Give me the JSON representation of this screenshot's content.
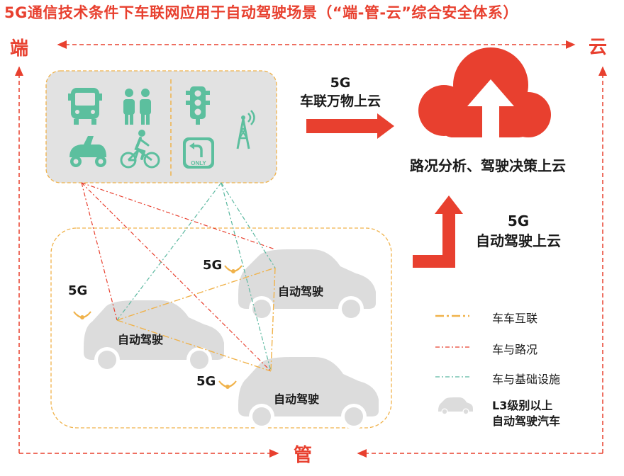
{
  "title": "5G通信技术条件下车联网应用于自动驾驶场景（“端-管-云”综合安全体系）",
  "corners": {
    "left": "端",
    "right": "云",
    "bottom": "管"
  },
  "arrow_top": {
    "line1": "5G",
    "line2": "车联万物上云"
  },
  "cloud_caption": "路况分析、驾驶决策上云",
  "arrow_right": {
    "line1": "5G",
    "line2": "自动驾驶上云"
  },
  "cars": {
    "car1": {
      "label": "自动驾驶",
      "tag": "5G"
    },
    "car2": {
      "label": "自动驾驶",
      "tag": "5G"
    },
    "car3": {
      "label": "自动驾驶",
      "tag": "5G"
    }
  },
  "icons": [
    "bus-icon",
    "people-icon",
    "traffic-light-icon",
    "scooter-icon",
    "cyclist-icon",
    "turn-only-sign-icon",
    "antenna-tower-icon"
  ],
  "turn_sign_text": "ONLY",
  "legend": {
    "v2v": "车车互联",
    "v2road": "车与路况",
    "v2infra": "车与基础设施",
    "car_line1": "L3级别以上",
    "car_line2": "自动驾驶汽车"
  },
  "colors": {
    "accent_red": "#e8402f",
    "orange_dash": "#f0b24a",
    "teal_dash": "#5bb8a0",
    "icon_teal": "#5cbf9e",
    "panel_gray": "#e2e2e2",
    "car_gray": "#dcdcdc"
  }
}
